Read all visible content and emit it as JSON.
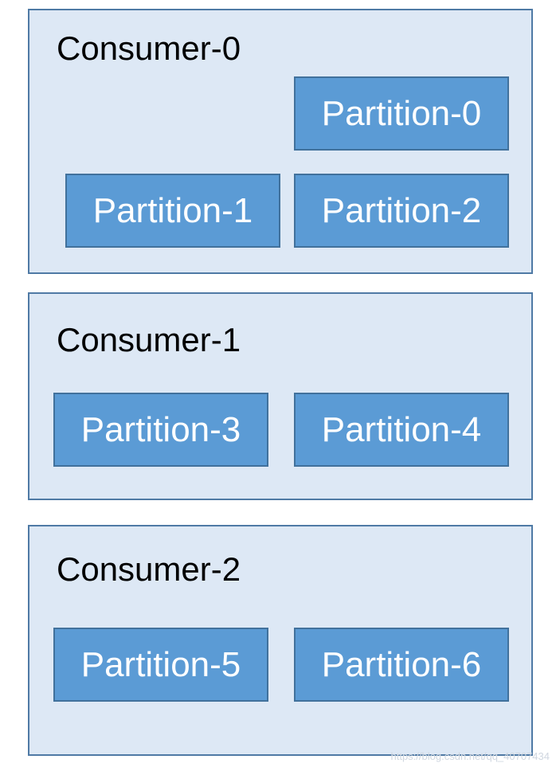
{
  "consumers": [
    {
      "title": "Consumer-0",
      "partitions": [
        "Partition-0",
        "Partition-1",
        "Partition-2"
      ]
    },
    {
      "title": "Consumer-1",
      "partitions": [
        "Partition-3",
        "Partition-4"
      ]
    },
    {
      "title": "Consumer-2",
      "partitions": [
        "Partition-5",
        "Partition-6"
      ]
    }
  ],
  "watermark": "https://blog.csdn.net/qq_40707434",
  "colors": {
    "consumer_fill": "#dde8f5",
    "consumer_border": "#4f7aa5",
    "partition_fill": "#5b9bd5",
    "partition_border": "#41719c"
  }
}
